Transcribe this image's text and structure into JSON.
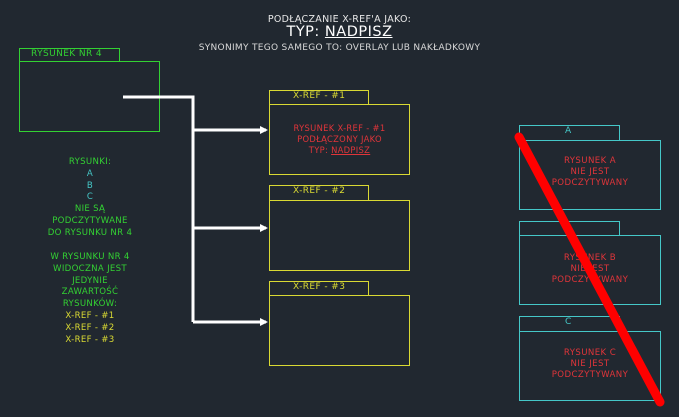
{
  "header": {
    "line1": "PODŁĄCZANIE X-REF'A JAKO:",
    "line2_prefix": "TYP: ",
    "line2_value": "NADPISZ",
    "line3": "SYNONIMY TEGO SAMEGO TO: OVERLAY LUB NAKŁADKOWY"
  },
  "main_drawing": {
    "label": "RYSUNEK NR 4"
  },
  "left_notes": {
    "group1": [
      "RYSUNKI:",
      "A",
      "B",
      "C",
      "NIE SĄ",
      "PODCZYTYWANE",
      "DO RYSUNKU NR 4"
    ],
    "group2": [
      "W RYSUNKU NR 4",
      "WIDOCZNA JEST",
      "JEDYNIE",
      "ZAWARTOŚĆ",
      "RYSUNKÓW:",
      "X-REF - #1",
      "X-REF - #2",
      "X-REF - #3"
    ]
  },
  "xrefs": [
    {
      "label": "X-REF - #1",
      "lines": [
        "RYSUNEK X-REF - #1",
        "PODŁĄCZONY JAKO"
      ],
      "type_prefix": "TYP: ",
      "type_value": "NADPISZ"
    },
    {
      "label": "X-REF - #2"
    },
    {
      "label": "X-REF - #3"
    }
  ],
  "excluded": [
    {
      "label": "A",
      "lines": [
        "RYSUNEK A",
        "NIE JEST",
        "PODCZYTYWANY"
      ]
    },
    {
      "label": "",
      "lines": [
        "RYSUNEK B",
        "NIE JEST",
        "PODCZYTYWANY"
      ]
    },
    {
      "label": "C",
      "lines": [
        "RYSUNEK C",
        "NIE JEST",
        "PODCZYTYWANY"
      ]
    }
  ],
  "colors": {
    "background": "#212830",
    "main_frame": "#33d133",
    "xref_frame": "#d9d933",
    "excluded_frame": "#45c8c8",
    "strike": "#ff0000",
    "connector": "#ffffff"
  }
}
